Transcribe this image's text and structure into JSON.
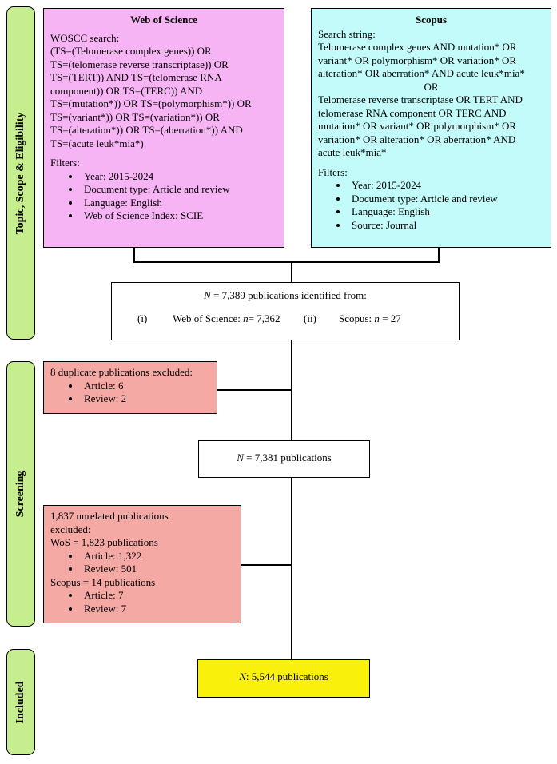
{
  "phases": {
    "topic": "Topic, Scope & Eligibility",
    "screening": "Screening",
    "included": "Included"
  },
  "wos": {
    "title": "Web of Science",
    "search_label": "WOSCC search:",
    "search_lines": [
      "(TS=(Telomerase complex genes)) OR",
      "TS=(telomerase reverse transcriptase)) OR",
      "TS=(TERT)) AND TS=(telomerase RNA",
      "component)) OR TS=(TERC)) AND",
      "TS=(mutation*)) OR TS=(polymorphism*)) OR",
      "TS=(variant*)) OR TS=(variation*)) OR",
      "TS=(alteration*)) OR TS=(aberration*)) AND",
      "TS=(acute leuk*mia*)"
    ],
    "filters_label": "Filters:",
    "filters": [
      "Year: 2015-2024",
      "Document type: Article and review",
      "Language: English",
      "Web of Science Index: SCIE"
    ]
  },
  "scopus": {
    "title": "Scopus",
    "search_label": "Search string:",
    "search_lines_1": [
      "Telomerase complex genes AND mutation* OR",
      "variant* OR polymorphism* OR variation* OR",
      "alteration* OR aberration* AND acute leuk*mia*"
    ],
    "or": "OR",
    "search_lines_2": [
      "Telomerase reverse transcriptase OR TERT AND",
      "telomerase RNA component OR TERC AND",
      "mutation* OR variant* OR polymorphism* OR",
      "variation* OR alteration* OR aberration* AND",
      "acute leuk*mia*"
    ],
    "filters_label": "Filters:",
    "filters": [
      "Year: 2015-2024",
      "Document type: Article and review",
      "Language: English",
      "Source: Journal"
    ]
  },
  "identified": {
    "n_symbol": "N",
    "line1": " = 7,389 publications identified from:",
    "i_label": "(i)",
    "i_text": "Web of Science: ",
    "i_n": "n",
    "i_value": "= 7,362",
    "ii_label": "(ii)",
    "ii_text": "Scopus: ",
    "ii_n": "n",
    "ii_value": " = 27"
  },
  "duplicates": {
    "title": "8 duplicate publications excluded:",
    "items": [
      "Article: 6",
      "Review: 2"
    ]
  },
  "after_dup": {
    "n_symbol": "N",
    "text": " = 7,381 publications"
  },
  "unrelated": {
    "title_lines": [
      "1,837 unrelated publications",
      "excluded:"
    ],
    "wos_label": "WoS = 1,823 publications",
    "wos_items": [
      "Article: 1,322",
      "Review: 501"
    ],
    "scopus_label": "Scopus = 14 publications",
    "scopus_items": [
      "Article: 7",
      "Review: 7"
    ]
  },
  "final": {
    "n_symbol": "N",
    "text": ": 5,544 publications"
  },
  "colors": {
    "phase": "#c6ee8e",
    "wos": "#f7b4f4",
    "scopus": "#c3fbfb",
    "excluded": "#f5a9a5",
    "final": "#f9f10b"
  }
}
